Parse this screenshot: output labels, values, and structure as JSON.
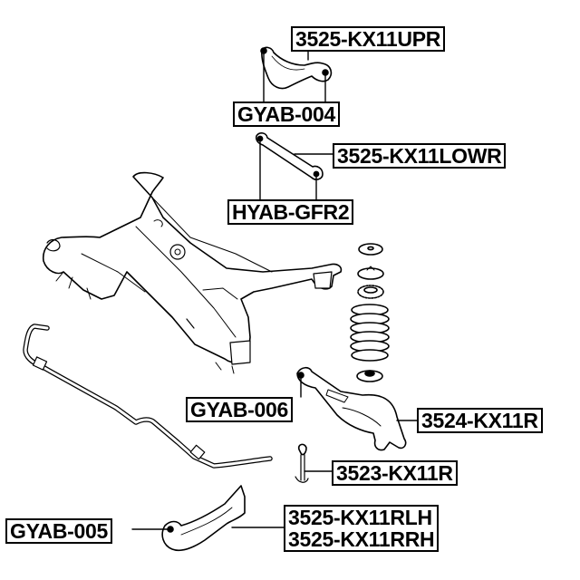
{
  "diagram": {
    "title": "Rear suspension exploded view",
    "line_color": "#000000",
    "background": "#ffffff",
    "components": [
      {
        "id": "upper-arm",
        "name": "Upper control arm"
      },
      {
        "id": "lower-arm",
        "name": "Lower lateral link"
      },
      {
        "id": "subframe",
        "name": "Rear subframe / crossmember"
      },
      {
        "id": "spring-assembly",
        "name": "Coil spring with seats and bump stop"
      },
      {
        "id": "stabilizer-bar",
        "name": "Rear stabilizer bar"
      },
      {
        "id": "spring-arm",
        "name": "Rear lower arm (spring link)"
      },
      {
        "id": "stabilizer-link",
        "name": "Stabilizer link"
      },
      {
        "id": "trailing-arm",
        "name": "Trailing arm"
      }
    ],
    "labels": [
      {
        "id": "upr",
        "lines": [
          "3525-KX11UPR"
        ]
      },
      {
        "id": "gyab004",
        "lines": [
          "GYAB-004"
        ]
      },
      {
        "id": "lowr",
        "lines": [
          "3525-KX11LOWR"
        ]
      },
      {
        "id": "hyab",
        "lines": [
          "HYAB-GFR2"
        ]
      },
      {
        "id": "gyab006",
        "lines": [
          "GYAB-006"
        ]
      },
      {
        "id": "kx11r",
        "lines": [
          "3524-KX11R"
        ]
      },
      {
        "id": "link",
        "lines": [
          "3523-KX11R"
        ]
      },
      {
        "id": "gyab005",
        "lines": [
          "GYAB-005"
        ]
      },
      {
        "id": "rlh",
        "lines": [
          "3525-KX11RLH",
          "3525-KX11RRH"
        ]
      }
    ]
  }
}
